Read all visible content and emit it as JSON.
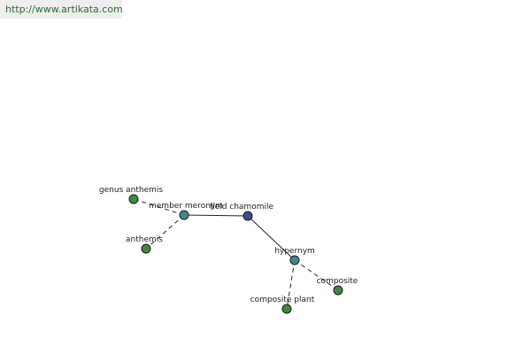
{
  "header": {
    "url": "http://www.artikata.com"
  },
  "colors": {
    "center": "#3d4d8c",
    "relation": "#3f8a8a",
    "leaf": "#3f8a3f",
    "edge": "#222222"
  },
  "graph": {
    "nodes": [
      {
        "id": "field-chamomile",
        "label": "field chamomile",
        "kind": "center"
      },
      {
        "id": "member-meronym",
        "label": "member meronym",
        "kind": "relation"
      },
      {
        "id": "hypernym",
        "label": "hypernym",
        "kind": "relation"
      },
      {
        "id": "genus-anthemis",
        "label": "genus anthemis",
        "kind": "leaf"
      },
      {
        "id": "anthemis",
        "label": "anthemis",
        "kind": "leaf"
      },
      {
        "id": "composite",
        "label": "composite",
        "kind": "leaf"
      },
      {
        "id": "composite-plant",
        "label": "composite plant",
        "kind": "leaf"
      }
    ],
    "edges": [
      {
        "from": "field-chamomile",
        "to": "member-meronym",
        "style": "solid"
      },
      {
        "from": "field-chamomile",
        "to": "hypernym",
        "style": "solid"
      },
      {
        "from": "member-meronym",
        "to": "genus-anthemis",
        "style": "dashed"
      },
      {
        "from": "member-meronym",
        "to": "anthemis",
        "style": "dashed"
      },
      {
        "from": "hypernym",
        "to": "composite",
        "style": "dashed"
      },
      {
        "from": "hypernym",
        "to": "composite-plant",
        "style": "dashed"
      }
    ]
  }
}
